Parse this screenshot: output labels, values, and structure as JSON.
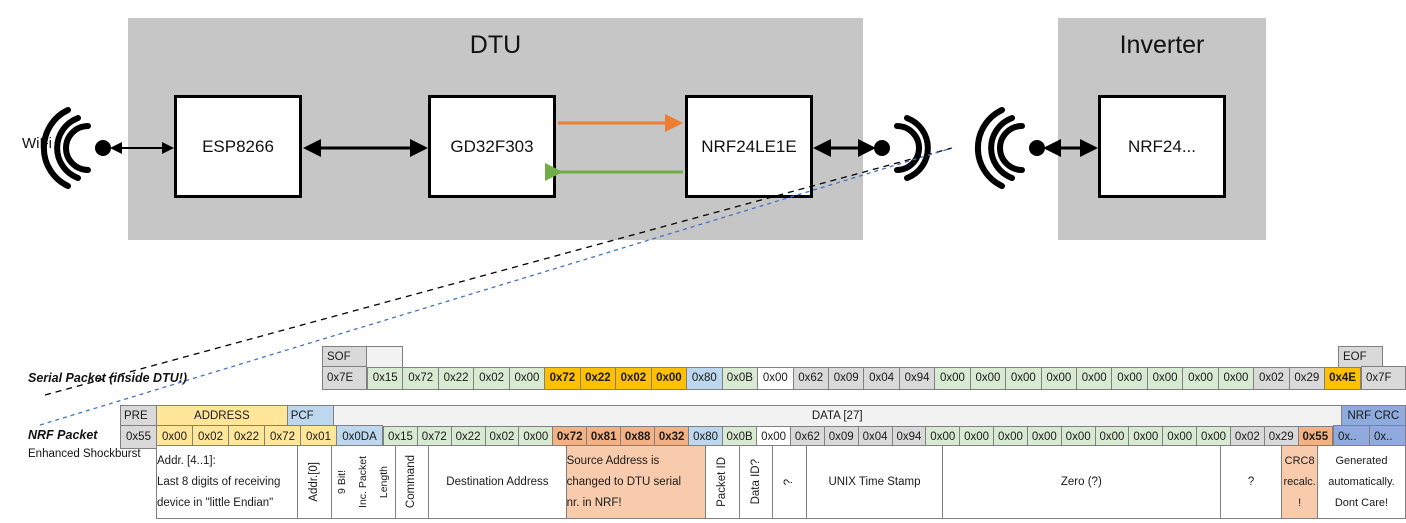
{
  "diagram": {
    "dtu": {
      "title": "DTU",
      "chips": [
        "ESP8266",
        "GD32F303",
        "NRF24LE1E"
      ],
      "wifi_label": "WiFi",
      "arrow_tx_color": "#ed7d31",
      "arrow_rx_color": "#70ad47"
    },
    "inverter": {
      "title": "Inverter",
      "chips": [
        "NRF24..."
      ]
    }
  },
  "serial_packet": {
    "label": "Serial Packet (inside DTU!)",
    "sof_header": "SOF",
    "eof_header": "EOF",
    "sof_value": "0x7E",
    "eof_value": "0x7F",
    "bytes": [
      {
        "v": "0x15",
        "c": "green"
      },
      {
        "v": "0x72",
        "c": "green"
      },
      {
        "v": "0x22",
        "c": "green"
      },
      {
        "v": "0x02",
        "c": "green"
      },
      {
        "v": "0x00",
        "c": "green"
      },
      {
        "v": "0x72",
        "c": "goldb"
      },
      {
        "v": "0x22",
        "c": "goldb"
      },
      {
        "v": "0x02",
        "c": "goldb"
      },
      {
        "v": "0x00",
        "c": "goldb"
      },
      {
        "v": "0x80",
        "c": "blue"
      },
      {
        "v": "0x0B",
        "c": "green"
      },
      {
        "v": "0x00",
        "c": "white"
      },
      {
        "v": "0x62",
        "c": "grey"
      },
      {
        "v": "0x09",
        "c": "grey"
      },
      {
        "v": "0x04",
        "c": "grey"
      },
      {
        "v": "0x94",
        "c": "grey"
      },
      {
        "v": "0x00",
        "c": "green"
      },
      {
        "v": "0x00",
        "c": "green"
      },
      {
        "v": "0x00",
        "c": "green"
      },
      {
        "v": "0x00",
        "c": "green"
      },
      {
        "v": "0x00",
        "c": "green"
      },
      {
        "v": "0x00",
        "c": "green"
      },
      {
        "v": "0x00",
        "c": "green"
      },
      {
        "v": "0x00",
        "c": "green"
      },
      {
        "v": "0x00",
        "c": "green"
      },
      {
        "v": "0x02",
        "c": "grey"
      },
      {
        "v": "0x29",
        "c": "grey"
      },
      {
        "v": "0x4E",
        "c": "gold"
      }
    ]
  },
  "nrf_packet": {
    "label": "NRF Packet",
    "sublabel": "Enhanced Shockburst",
    "headers": {
      "pre": "PRE",
      "address": "ADDRESS",
      "pcf": "PCF",
      "data": "DATA [27]",
      "crc": "NRF CRC"
    },
    "pre_value": "0x55",
    "address_values": [
      "0x00",
      "0x02",
      "0x22",
      "0x72",
      "0x01"
    ],
    "pcf_value": "0x0DA",
    "crc_values": [
      "0x..",
      "0x.."
    ],
    "bytes": [
      {
        "v": "0x15",
        "c": "green"
      },
      {
        "v": "0x72",
        "c": "green"
      },
      {
        "v": "0x22",
        "c": "green"
      },
      {
        "v": "0x02",
        "c": "green"
      },
      {
        "v": "0x00",
        "c": "green"
      },
      {
        "v": "0x72",
        "c": "orange"
      },
      {
        "v": "0x81",
        "c": "orange"
      },
      {
        "v": "0x88",
        "c": "orange"
      },
      {
        "v": "0x32",
        "c": "orange"
      },
      {
        "v": "0x80",
        "c": "blue"
      },
      {
        "v": "0x0B",
        "c": "green"
      },
      {
        "v": "0x00",
        "c": "white"
      },
      {
        "v": "0x62",
        "c": "grey"
      },
      {
        "v": "0x09",
        "c": "grey"
      },
      {
        "v": "0x04",
        "c": "grey"
      },
      {
        "v": "0x94",
        "c": "grey"
      },
      {
        "v": "0x00",
        "c": "green"
      },
      {
        "v": "0x00",
        "c": "green"
      },
      {
        "v": "0x00",
        "c": "green"
      },
      {
        "v": "0x00",
        "c": "green"
      },
      {
        "v": "0x00",
        "c": "green"
      },
      {
        "v": "0x00",
        "c": "green"
      },
      {
        "v": "0x00",
        "c": "green"
      },
      {
        "v": "0x00",
        "c": "green"
      },
      {
        "v": "0x00",
        "c": "green"
      },
      {
        "v": "0x02",
        "c": "grey"
      },
      {
        "v": "0x29",
        "c": "grey"
      },
      {
        "v": "0x55",
        "c": "orange"
      }
    ]
  },
  "descriptions": {
    "address": "Addr. [4..1]:\nLast 8 digits of receiving device in \"little Endian\"",
    "address_line1": "Addr. [4..1]:",
    "address_line2": "Last 8 digits of receiving",
    "address_line3": "device in \"little Endian\"",
    "addr0": "Addr.[0]",
    "pcf_l1": "9 Bit!",
    "pcf_l2": "Inc. Packet",
    "pcf_l3": "Length",
    "command": "Command",
    "destination": "Destination Address",
    "source_l1": "Source Address is",
    "source_l2": "changed to DTU serial",
    "source_l3": "nr. in NRF!",
    "packet_id": "Packet ID",
    "data_id": "Data ID?",
    "unknown_tilde": "?",
    "unix": "UNIX Time Stamp",
    "zero": "Zero (?)",
    "question": "?",
    "crc8_l1": "CRC8",
    "crc8_l2": "recalc.",
    "crc8_l3": "!",
    "gen_l1": "Generated",
    "gen_l2": "automatically.",
    "gen_l3": "Dont Care!"
  }
}
